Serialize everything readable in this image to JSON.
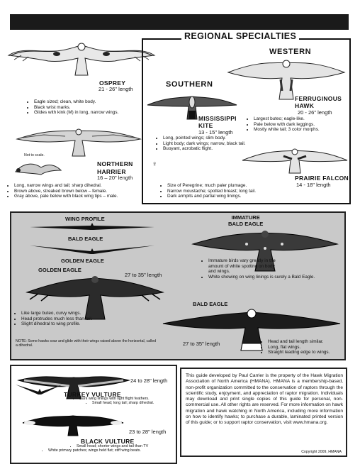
{
  "osprey": {
    "name": "OSPREY",
    "length": "21 - 26\" length",
    "notes": [
      "Eagle sized; clean, white body.",
      "Black wrist marks.",
      "Glides with kink (M) in long, narrow wings."
    ]
  },
  "harrier": {
    "name_line1": "NORTHERN",
    "name_line2": "HARRIER",
    "female_symbol": "♀",
    "length": "16 – 20\" length",
    "not_to_scale": "Not to scale.",
    "notes": [
      "Long, narrow wings and tail; sharp dihedral.",
      "Brown above, streaked brown below – female.",
      "Gray above, pale below with black wing tips – male."
    ]
  },
  "regional": {
    "title": "REGIONAL SPECIALTIES",
    "southern": "SOUTHERN",
    "western": "WESTERN"
  },
  "kite": {
    "name_line1": "MISSISSIPPI",
    "name_line2": "KITE",
    "length": "13 - 15\" length",
    "notes": [
      "Long, pointed wings; slim body.",
      "Light body; dark wings; narrow, black tail.",
      "Buoyant, acrobatic flight."
    ]
  },
  "ferruginous": {
    "name_line1": "FERRUGINOUS",
    "name_line2": "HAWK",
    "length": "20 - 26\" length",
    "notes": [
      "Largest buteo; eagle-like.",
      "Pale below with dark leggings.",
      "Mostly white tail; 3 color morphs."
    ]
  },
  "falcon": {
    "name": "PRAIRIE FALCON",
    "length": "14 - 18\" length",
    "notes": [
      "Size of Peregrine; much paler plumage.",
      "Narrow moustache; spotted breast; long tail.",
      "Dark armpits and partial wing linings."
    ]
  },
  "eagles": {
    "wing_profile": "WING PROFILE",
    "profile_bald": "BALD EAGLE",
    "profile_golden": "GOLDEN EAGLE",
    "golden_title": "GOLDEN EAGLE",
    "golden_length": "27 to 35\" length",
    "golden_notes": [
      "Like large buteo, curvy wings.",
      "Head protrudes much less than tail.",
      "Slight dihedral to wing profile."
    ],
    "footnote": "NOTE: Some hawks soar and glide with their wings raised above the horizontal, called a dihedral.",
    "immature_title_1": "IMMATURE",
    "immature_title_2": "BALD EAGLE",
    "immature_notes": [
      "Immature birds vary greatly in the amount of white spotting on body and wings.",
      "White showing on wing linings is surely a Bald Eagle."
    ],
    "bald_title": "BALD EAGLE",
    "bald_length": "27 to 35\" length",
    "bald_notes": [
      "Head and tail length similar.",
      "Long, flat wings.",
      "Straight leading edge to wings."
    ]
  },
  "vultures": {
    "turkey_length": "24 to 28\" length",
    "turkey_name": "TURKEY VULTURE",
    "turkey_notes": [
      "Dark wing linings with light flight feathers.",
      "Small head; long tail; sharp dihedral."
    ],
    "black_length": "23 to 28\" length",
    "black_name": "BLACK VULTURE",
    "black_notes": [
      "Small head; shorter wings and tail than TV",
      "White primary patches; wings held flat; stiff wing beats."
    ]
  },
  "info": {
    "text": "This guide developed by Paul Carrier is the property of the Hawk Migration Association of North America (HMANA). HMANA is a membership-based, non-profit organization committed to the conservation of raptors through the scientific study, enjoyment, and appreciation of raptor migration. Individuals may download and print single copies of this guide for personal, non-commercial use. All other rights are reserved. For more information on hawk migration and hawk watching in North America, including more information on how to identify hawks; to purchase a durable, laminated printed version of this guide; or to support raptor conservation, visit www.hmana.org.",
    "copyright": "Copyright 2009, HMANA"
  }
}
